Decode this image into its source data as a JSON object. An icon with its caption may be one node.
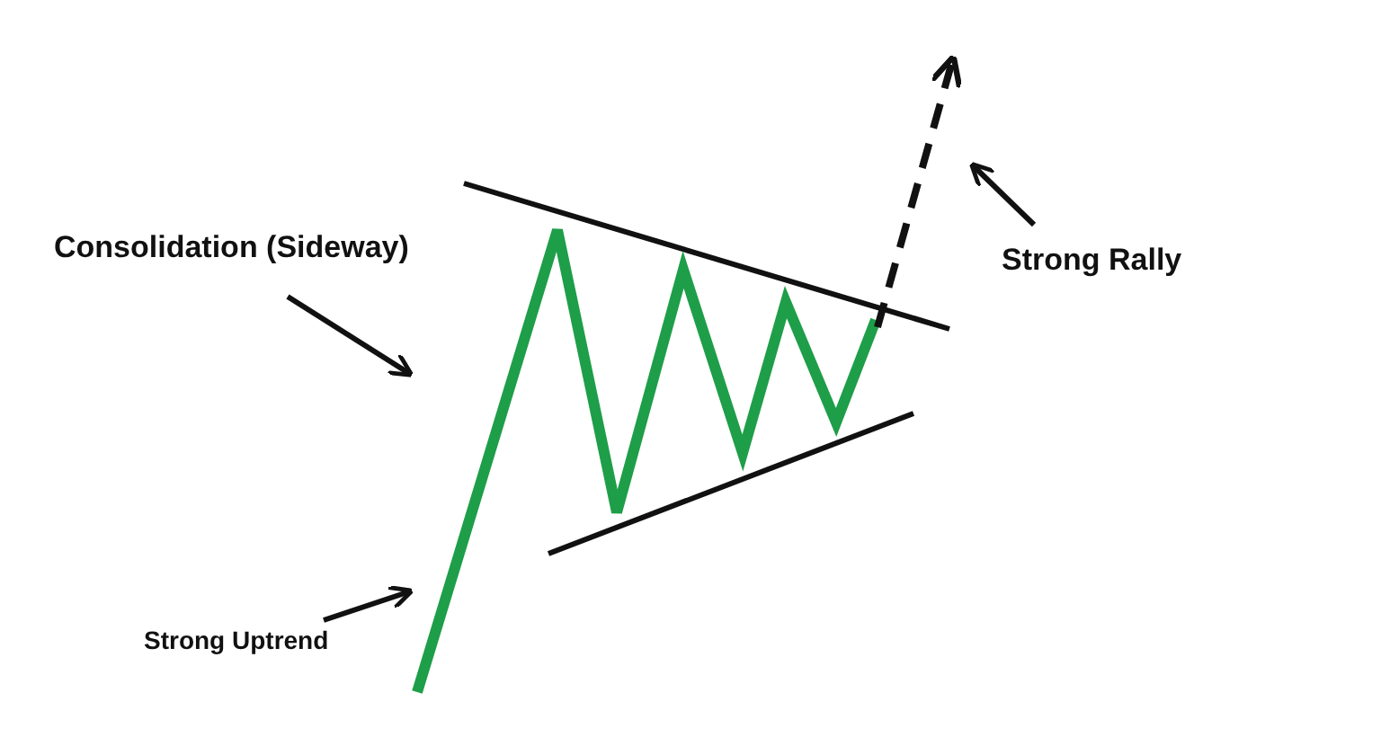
{
  "diagram": {
    "nodes": [
      {
        "text": [
          "Consolidation (Sideway)"
        ]
      },
      {
        "text": [
          "Strong Rally"
        ]
      },
      {
        "text": [
          "Strong Uptrend"
        ]
      },
      {
        "text": [],
        "shape": "line"
      },
      {
        "text": [],
        "shape": "arrow"
      }
    ],
    "edges": [
      {
        "from": 0,
        "to": 3,
        "arrow": "to"
      },
      {
        "from": 1,
        "to": 4,
        "arrow": "to"
      },
      {
        "from": 2,
        "to": 3,
        "arrow": "to"
      }
    ]
  }
}
